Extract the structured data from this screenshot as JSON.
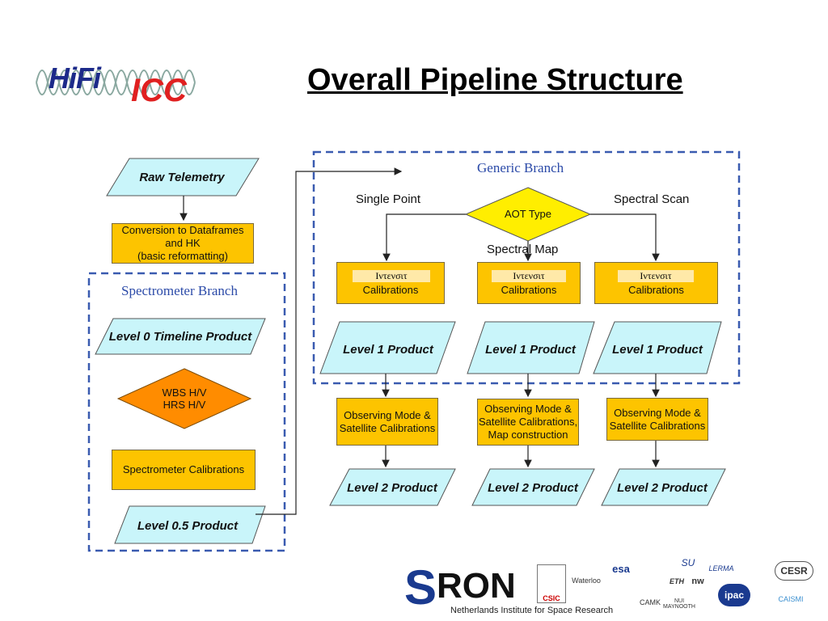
{
  "title": "Overall Pipeline Structure",
  "logo": {
    "hifi": "HiFi",
    "icc": "ICC"
  },
  "left": {
    "raw_telemetry": "Raw Telemetry",
    "conversion": [
      "Conversion to Dataframes",
      "and HK",
      "(basic reformatting)"
    ],
    "branch_label": "Spectrometer Branch",
    "level0": "Level 0 Timeline Product",
    "wbs": [
      "WBS H/V",
      "HRS H/V"
    ],
    "spec_cal": "Spectrometer Calibrations",
    "level05": "Level 0.5 Product"
  },
  "generic": {
    "branch_label": "Generic Branch",
    "aot": "AOT Type",
    "single_point": "Single Point",
    "spectral_scan": "Spectral Scan",
    "spectral_map": "Spectral Map",
    "columns": [
      {
        "greek": "Ιντενσιτ",
        "cal": "Calibrations",
        "level1": "Level 1 Product",
        "obs": [
          "Observing Mode &",
          "Satellite Calibrations"
        ],
        "level2": "Level 2 Product"
      },
      {
        "greek": "Ιντενσιτ",
        "cal": "Calibrations",
        "level1": "Level 1 Product",
        "obs": [
          "Observing Mode &",
          "Satellite Calibrations,",
          "Map construction"
        ],
        "level2": "Level 2 Product"
      },
      {
        "greek": "Ιντενσιτ",
        "cal": "Calibrations",
        "level1": "Level 1 Product",
        "obs": [
          "Observing Mode &",
          "Satellite Calibrations"
        ],
        "level2": "Level 2 Product"
      }
    ]
  },
  "footer": {
    "sron_s": "S",
    "sron_ron": "RON",
    "sron_sub": "Netherlands Institute for Space Research",
    "partners": [
      "CSIC",
      "Waterloo",
      "esa",
      "SU",
      "LERMA",
      "CESR",
      "ETH",
      "nw",
      "CAMK",
      "NUI MAYNOOTH",
      "ipac",
      "CAISMI"
    ]
  },
  "colors": {
    "box": "#fdc400",
    "para": "#c9f5fa",
    "diamond_yellow": "#ffee00",
    "diamond_orange": "#ff8c00",
    "dash": "#3a5bb0"
  }
}
